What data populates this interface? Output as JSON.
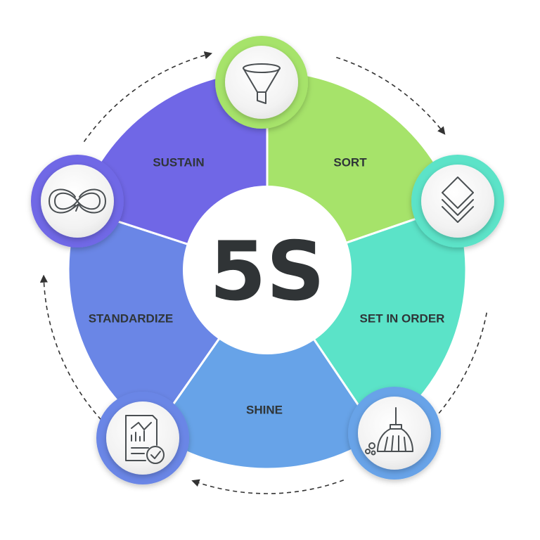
{
  "center": {
    "title": "5S"
  },
  "segments": [
    {
      "id": "sort",
      "label": "SORT",
      "color": "#a6e36a",
      "ring_color": "#a6e36a",
      "icon": "funnel-icon"
    },
    {
      "id": "set-in-order",
      "label": "SET IN ORDER",
      "color": "#5be3c8",
      "ring_color": "#5be3c8",
      "icon": "layers-icon"
    },
    {
      "id": "shine",
      "label": "SHINE",
      "color": "#67a3e8",
      "ring_color": "#67a3e8",
      "icon": "broom-icon"
    },
    {
      "id": "standardize",
      "label": "STANDARDIZE",
      "color": "#6a86e6",
      "ring_color": "#6a86e6",
      "icon": "report-checklist-icon"
    },
    {
      "id": "sustain",
      "label": "SUSTAIN",
      "color": "#7067e6",
      "ring_color": "#7067e6",
      "icon": "infinity-arrows-icon"
    }
  ],
  "cycle": {
    "direction": "clockwise",
    "arrow_style": "dashed"
  }
}
